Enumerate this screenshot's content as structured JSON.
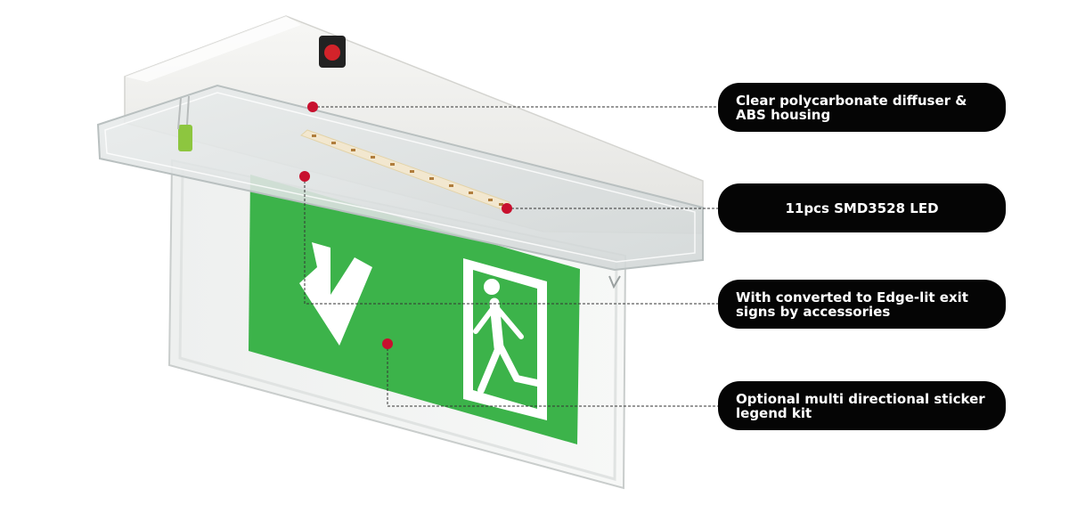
{
  "image": {
    "subject": "emergency exit sign light fixture",
    "sign_colors": {
      "green": "#3cb34a",
      "white": "#ffffff",
      "housing": "#f4f4f2"
    },
    "marker_color": "#c8102e",
    "callout_bg": "#050505",
    "icons": [
      "down-arrow-icon",
      "running-man-icon",
      "door-icon",
      "test-button-icon"
    ]
  },
  "callouts": [
    {
      "id": "diffuser",
      "text": "Clear polycarbonate diffuser & ABS housing"
    },
    {
      "id": "led",
      "text": "11pcs SMD3528 LED"
    },
    {
      "id": "edge-lit",
      "text": "With converted to Edge-lit exit signs by accessories"
    },
    {
      "id": "legend",
      "text": "Optional multi directional sticker legend kit"
    }
  ]
}
